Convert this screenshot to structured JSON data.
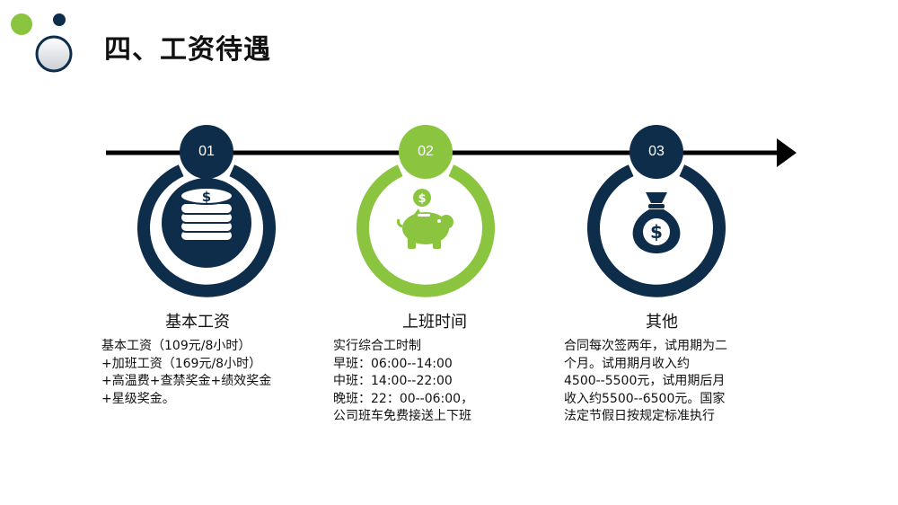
{
  "page": {
    "title": "四、工资待遇"
  },
  "colors": {
    "navy": "#0d2d4a",
    "green": "#8bc53f",
    "black": "#000000",
    "logo_grey": "#9aa3ad"
  },
  "steps": [
    {
      "number": "01",
      "icon": "coin-stack-icon",
      "heading": "基本工资",
      "lines": [
        "基本工资（109元/8小时）",
        "+加班工资（169元/8小时）",
        "+高温费+查禁奖金+绩效奖金",
        "+星级奖金。"
      ]
    },
    {
      "number": "02",
      "icon": "piggy-bank-icon",
      "heading": "上班时间",
      "lines": [
        "实行综合工时制",
        "早班：06:00--14:00",
        "中班：14:00--22:00",
        "晚班：22：00--06:00，",
        "公司班车免费接送上下班"
      ]
    },
    {
      "number": "03",
      "icon": "money-bag-icon",
      "heading": "其他",
      "lines": [
        "合同每次签两年，试用期为二",
        "个月。试用期月收入约",
        "4500--5500元，试用期后月",
        "收入约5500--6500元。国家",
        "法定节假日按规定标准执行"
      ]
    }
  ]
}
